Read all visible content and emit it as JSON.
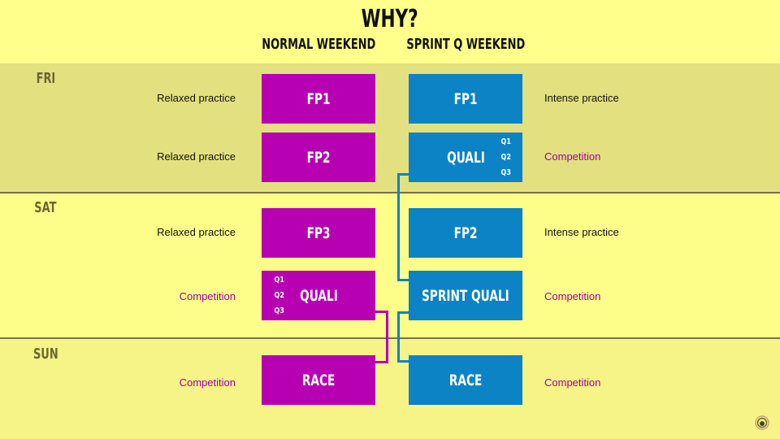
{
  "title": "WHY?",
  "columns": {
    "normal": "NORMAL WEEKEND",
    "sprint": "SPRINT Q WEEKEND"
  },
  "days": [
    "FRI",
    "SAT",
    "SUN"
  ],
  "normal": [
    {
      "label": "FP1",
      "desc": "Relaxed practice"
    },
    {
      "label": "FP2",
      "desc": "Relaxed practice"
    },
    {
      "label": "FP3",
      "desc": "Relaxed practice"
    },
    {
      "label": "QUALI",
      "desc": "Competition",
      "sessions": [
        "Q1",
        "Q2",
        "Q3"
      ]
    },
    {
      "label": "RACE",
      "desc": "Competition"
    }
  ],
  "sprint": [
    {
      "label": "FP1",
      "desc": "Intense practice"
    },
    {
      "label": "QUALI",
      "desc": "Competition",
      "sessions": [
        "Q1",
        "Q2",
        "Q3"
      ]
    },
    {
      "label": "FP2",
      "desc": "Intense practice"
    },
    {
      "label": "SPRINT QUALI",
      "desc": "Competition"
    },
    {
      "label": "RACE",
      "desc": "Competition"
    }
  ],
  "colors": {
    "normal": "#b800b3",
    "sprint": "#0b83c4",
    "competition_text": "#a2009e"
  }
}
